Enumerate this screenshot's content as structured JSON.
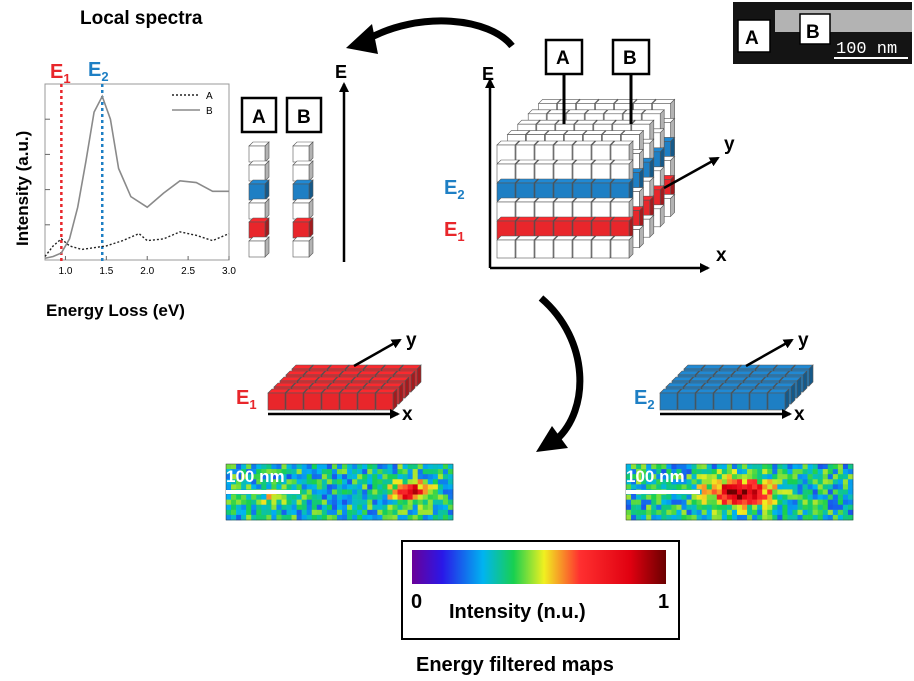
{
  "title": "Local spectra",
  "plot": {
    "ylabel": "Intensity (a.u.)",
    "xlabel": "Energy Loss (eV)",
    "xticks": [
      "1.0",
      "1.5",
      "2.0",
      "2.5",
      "3.0"
    ],
    "legend": [
      "A",
      "B"
    ],
    "e1_main": "E",
    "e1_sub": "1",
    "e2_main": "E",
    "e2_sub": "2"
  },
  "chart_data": {
    "type": "line",
    "xlabel": "Energy Loss (eV)",
    "ylabel": "Intensity (a.u.)",
    "xlim": [
      0.75,
      3.0
    ],
    "ylim": [
      0,
      5
    ],
    "vlines": [
      {
        "label": "E1",
        "x": 0.95,
        "color": "#e8262b"
      },
      {
        "label": "E2",
        "x": 1.45,
        "color": "#1e7fc4"
      }
    ],
    "series": [
      {
        "name": "A",
        "style": "dotted",
        "x": [
          0.75,
          0.85,
          0.95,
          1.05,
          1.2,
          1.35,
          1.5,
          1.7,
          1.9,
          2.0,
          2.2,
          2.4,
          2.6,
          2.8,
          3.0
        ],
        "y": [
          0.1,
          0.4,
          0.6,
          0.4,
          0.3,
          0.35,
          0.4,
          0.55,
          0.75,
          0.55,
          0.6,
          0.8,
          0.7,
          0.55,
          0.75
        ]
      },
      {
        "name": "B",
        "style": "solid",
        "x": [
          0.75,
          0.85,
          0.95,
          1.05,
          1.15,
          1.25,
          1.35,
          1.45,
          1.55,
          1.65,
          1.8,
          2.0,
          2.2,
          2.4,
          2.6,
          2.8,
          3.0
        ],
        "y": [
          0.05,
          0.1,
          0.2,
          0.6,
          1.5,
          2.8,
          4.2,
          4.65,
          4.0,
          2.6,
          1.8,
          1.5,
          1.9,
          2.25,
          2.2,
          1.95,
          1.95
        ]
      }
    ]
  },
  "stem": {
    "ticks": 5
  },
  "labels": {
    "A": "A",
    "B": "B",
    "E": "E",
    "x": "x",
    "y": "y",
    "e_main": "E",
    "e1_sub": "1",
    "e2_sub": "2"
  },
  "inset": {
    "A": "A",
    "B": "B",
    "scale": "100 nm"
  },
  "maps": {
    "scale_left": "100 nm",
    "scale_right": "100 nm"
  },
  "colorbar": {
    "min": "0",
    "max": "1",
    "label": "Intensity (n.u.)"
  },
  "footer": "Energy filtered maps",
  "colors": {
    "red": "#e8262b",
    "blue": "#1e7fc4",
    "grey": "#8a8a8a"
  }
}
